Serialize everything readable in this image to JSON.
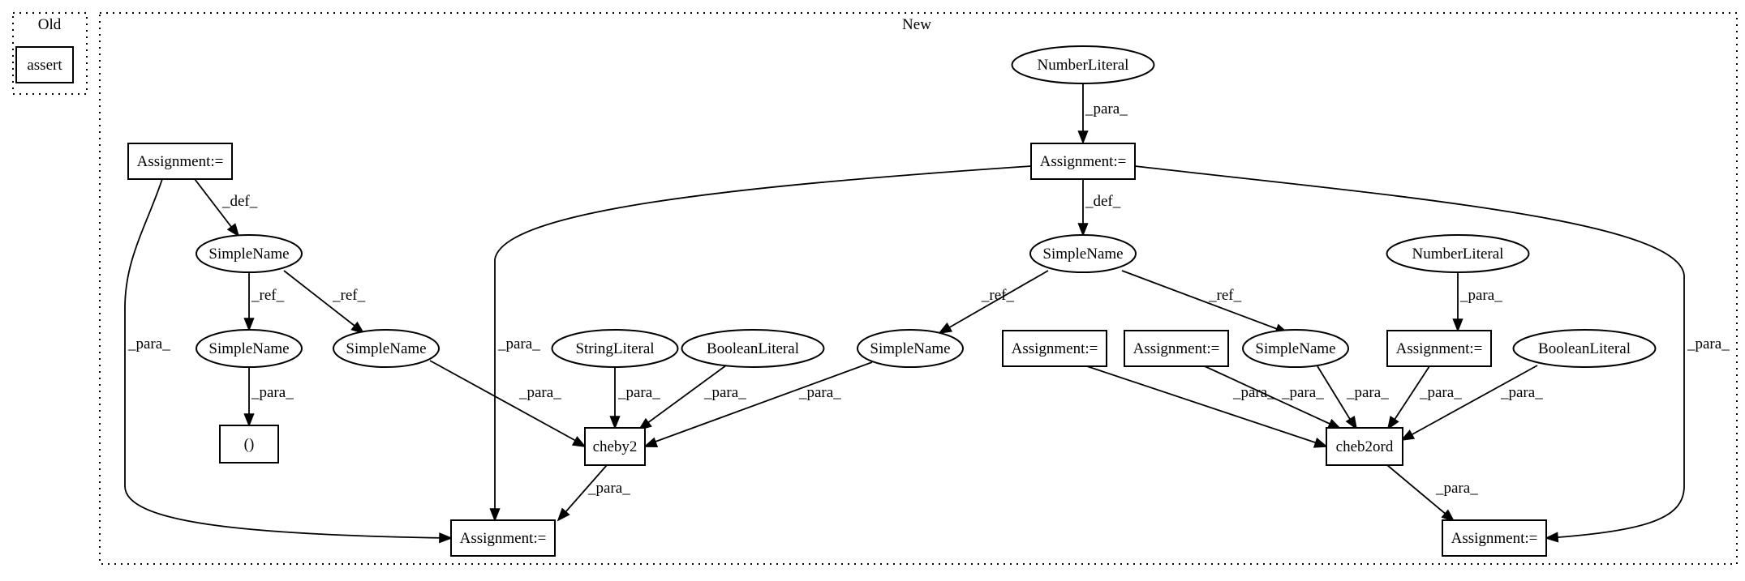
{
  "clusters": {
    "old": {
      "label": "Old"
    },
    "new": {
      "label": "New"
    }
  },
  "nodes": {
    "assert": {
      "label": "assert",
      "shape": "box"
    },
    "nl_top": {
      "label": "NumberLiteral",
      "shape": "ellipse"
    },
    "asg_c": {
      "label": "Assignment:=",
      "shape": "box"
    },
    "asg_l": {
      "label": "Assignment:=",
      "shape": "box"
    },
    "sn_l": {
      "label": "SimpleName",
      "shape": "ellipse"
    },
    "sn_c": {
      "label": "SimpleName",
      "shape": "ellipse"
    },
    "nl_r": {
      "label": "NumberLiteral",
      "shape": "ellipse"
    },
    "sn_l1": {
      "label": "SimpleName",
      "shape": "ellipse"
    },
    "sn_l2": {
      "label": "SimpleName",
      "shape": "ellipse"
    },
    "strlit": {
      "label": "StringLiteral",
      "shape": "ellipse"
    },
    "boollit1": {
      "label": "BooleanLiteral",
      "shape": "ellipse"
    },
    "sn_c1": {
      "label": "SimpleName",
      "shape": "ellipse"
    },
    "asg_m1": {
      "label": "Assignment:=",
      "shape": "box"
    },
    "asg_m2": {
      "label": "Assignment:=",
      "shape": "box"
    },
    "sn_c2": {
      "label": "SimpleName",
      "shape": "ellipse"
    },
    "asg_r": {
      "label": "Assignment:=",
      "shape": "box"
    },
    "boollit2": {
      "label": "BooleanLiteral",
      "shape": "ellipse"
    },
    "paren": {
      "label": "()",
      "shape": "box"
    },
    "cheby2": {
      "label": "cheby2",
      "shape": "box"
    },
    "cheb2ord": {
      "label": "cheb2ord",
      "shape": "box"
    },
    "asg_bl": {
      "label": "Assignment:=",
      "shape": "box"
    },
    "asg_br": {
      "label": "Assignment:=",
      "shape": "box"
    }
  },
  "edges": [
    {
      "from": "nl_top",
      "to": "asg_c",
      "label": "_para_"
    },
    {
      "from": "asg_c",
      "to": "sn_c",
      "label": "_def_"
    },
    {
      "from": "asg_c",
      "to": "asg_bl",
      "label": "_para_"
    },
    {
      "from": "asg_c",
      "to": "asg_br",
      "label": "_para_"
    },
    {
      "from": "asg_l",
      "to": "sn_l",
      "label": "_def_"
    },
    {
      "from": "asg_l",
      "to": "asg_bl",
      "label": "_para_"
    },
    {
      "from": "sn_l",
      "to": "sn_l1",
      "label": "_ref_"
    },
    {
      "from": "sn_l",
      "to": "sn_l2",
      "label": "_ref_"
    },
    {
      "from": "sn_l1",
      "to": "paren",
      "label": "_para_"
    },
    {
      "from": "sn_c",
      "to": "sn_c1",
      "label": "_ref_"
    },
    {
      "from": "sn_c",
      "to": "sn_c2",
      "label": "_ref_"
    },
    {
      "from": "nl_r",
      "to": "asg_r",
      "label": "_para_"
    },
    {
      "from": "sn_l2",
      "to": "cheby2",
      "label": "_para_"
    },
    {
      "from": "strlit",
      "to": "cheby2",
      "label": "_para_"
    },
    {
      "from": "boollit1",
      "to": "cheby2",
      "label": "_para_"
    },
    {
      "from": "sn_c1",
      "to": "cheby2",
      "label": "_para_"
    },
    {
      "from": "asg_m1",
      "to": "cheb2ord",
      "label": "_para_"
    },
    {
      "from": "asg_m2",
      "to": "cheb2ord",
      "label": "_para_"
    },
    {
      "from": "sn_c2",
      "to": "cheb2ord",
      "label": "_para_"
    },
    {
      "from": "asg_r",
      "to": "cheb2ord",
      "label": "_para_"
    },
    {
      "from": "boollit2",
      "to": "cheb2ord",
      "label": "_para_"
    },
    {
      "from": "cheby2",
      "to": "asg_bl",
      "label": "_para_"
    },
    {
      "from": "cheb2ord",
      "to": "asg_br",
      "label": "_para_"
    }
  ]
}
